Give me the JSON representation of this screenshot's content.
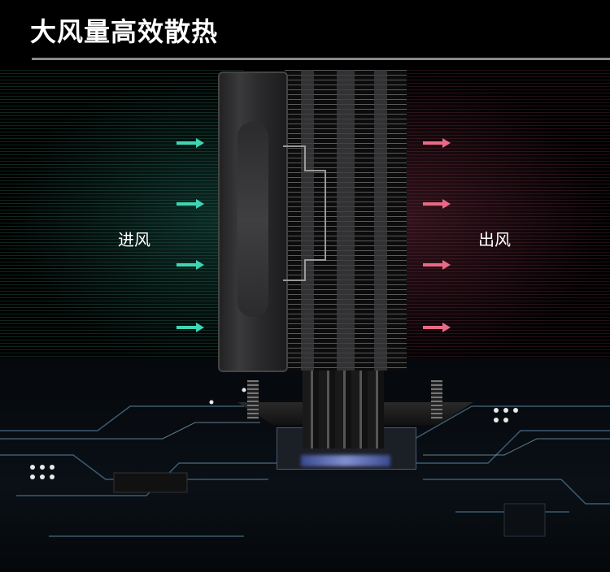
{
  "header": {
    "title": "大风量高效散热"
  },
  "airflow": {
    "intake_label": "进风",
    "exhaust_label": "出风",
    "intake_color": "#3ed6b4",
    "exhaust_color": "#e86a86"
  }
}
